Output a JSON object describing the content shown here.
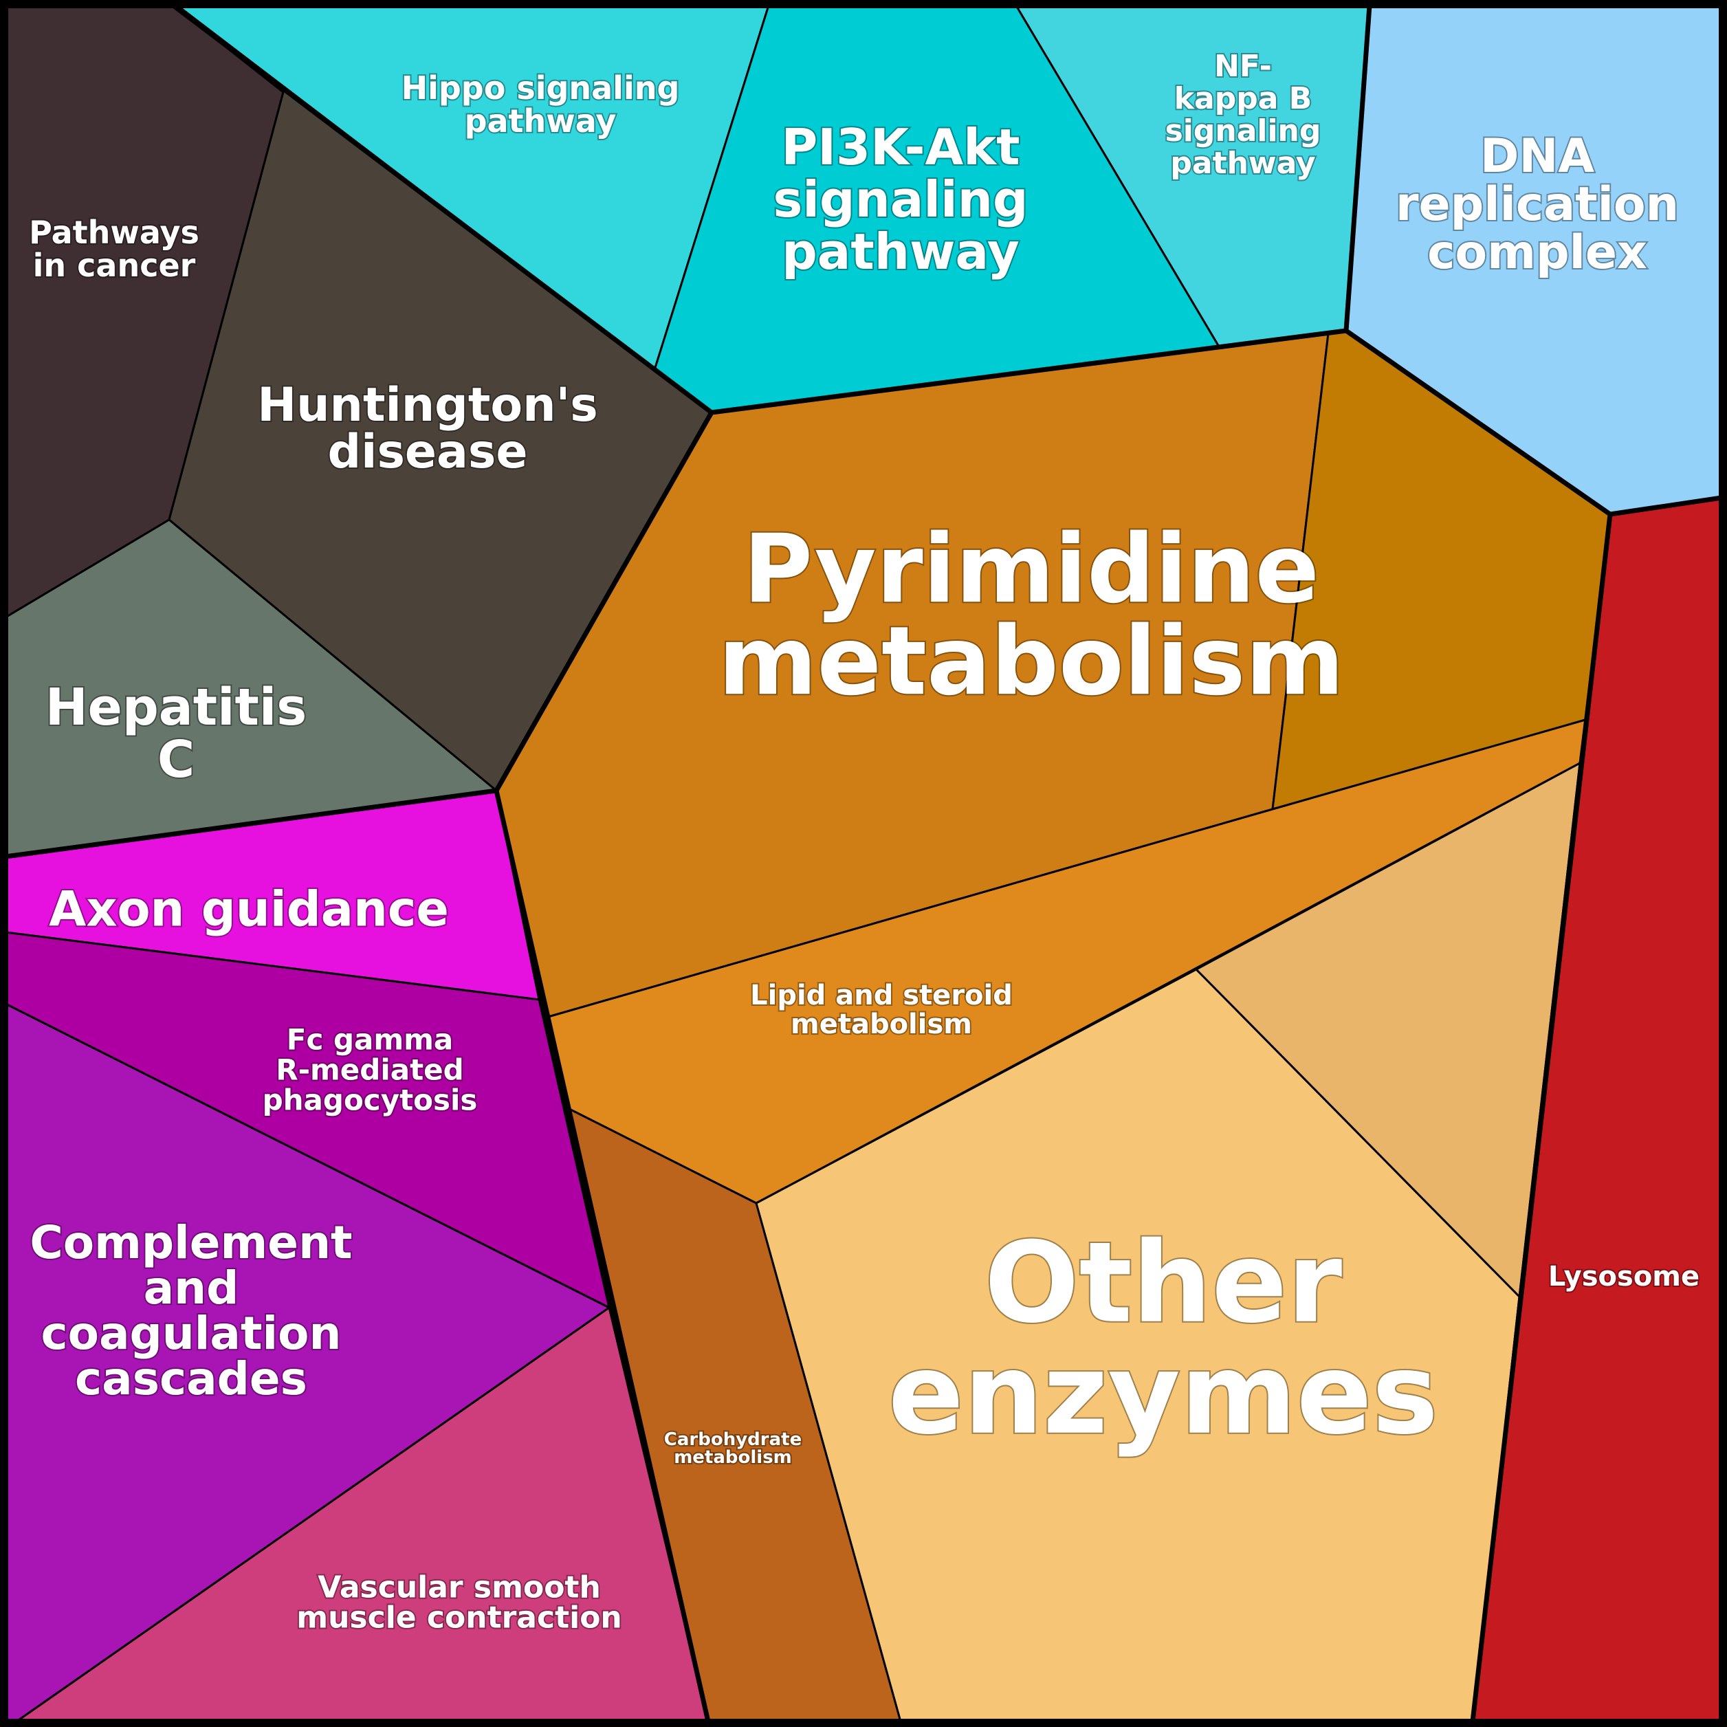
{
  "diagram": {
    "type": "voronoi-treemap",
    "cells": [
      {
        "id": "pathways-in-cancer",
        "label": "Pathways\nin cancer",
        "color": "#3f2e32"
      },
      {
        "id": "huntingtons-disease",
        "label": "Huntington's\ndisease",
        "color": "#4b4339"
      },
      {
        "id": "hepatitis-c",
        "label": "Hepatitis\nC",
        "color": "#66766a"
      },
      {
        "id": "hippo-signaling-pathway",
        "label": "Hippo signaling\npathway",
        "color": "#32d7de"
      },
      {
        "id": "pi3k-akt-signaling-pathway",
        "label": "PI3K-Akt\nsignaling\npathway",
        "color": "#00ccd4"
      },
      {
        "id": "nf-kappa-b-signaling-pathway",
        "label": "NF-\nkappa B\nsignaling\npathway",
        "color": "#42d5e0"
      },
      {
        "id": "dna-replication-complex",
        "label": "DNA\nreplication\ncomplex",
        "color": "#95d2fa"
      },
      {
        "id": "pyrimidine-metabolism",
        "label": "Pyrimidine\nmetabolism",
        "color": "#cf7e15"
      },
      {
        "id": "pyrimidine-metabolism-sub",
        "label": "",
        "color": "#c27c04"
      },
      {
        "id": "lipid-and-steroid-metabolism",
        "label": "Lipid and steroid\nmetabolism",
        "color": "#e08a1d"
      },
      {
        "id": "carbohydrate-metabolism",
        "label": "Carbohydrate\nmetabolism",
        "color": "#bc641c"
      },
      {
        "id": "other-enzymes",
        "label": "Other\nenzymes",
        "color": "#f6c676"
      },
      {
        "id": "other-enzymes-sub",
        "label": "",
        "color": "#e8b56a"
      },
      {
        "id": "lysosome",
        "label": "Lysosome",
        "color": "#c51a1f"
      },
      {
        "id": "axon-guidance",
        "label": "Axon guidance",
        "color": "#e611de"
      },
      {
        "id": "fc-gamma-r-mediated-phagocytosis",
        "label": "Fc gamma\nR-mediated\nphagocytosis",
        "color": "#ae00a2"
      },
      {
        "id": "complement-and-coagulation-cascades",
        "label": "Complement\nand\ncoagulation\ncascades",
        "color": "#a815b4"
      },
      {
        "id": "vascular-smooth-muscle-contraction",
        "label": "Vascular smooth\nmuscle contraction",
        "color": "#ce3e7c"
      }
    ]
  }
}
